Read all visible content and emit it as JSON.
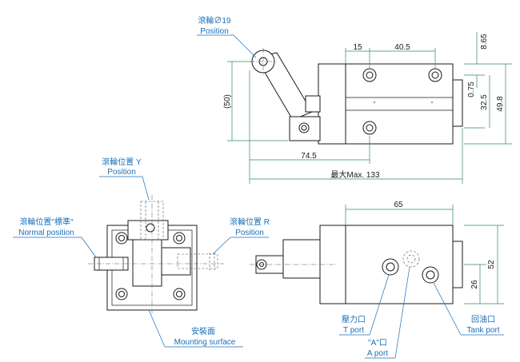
{
  "top_view": {
    "dims": {
      "d15": "15",
      "d40_5": "40.5",
      "d8_65": "8.65",
      "d0_75": "0.75",
      "d32_5": "32.5",
      "d49_8": "49.8",
      "d50": "(50)",
      "d74_5": "74.5",
      "d133": "最大Max. 133"
    },
    "roller_label": {
      "zh": "滾輪∅19",
      "en": "Position"
    }
  },
  "front_view": {
    "roller_y": {
      "zh": "滾輪位置 Y",
      "en": "Position"
    },
    "roller_std": {
      "zh": "滾輪位置\"標準\"",
      "en": "Normal position"
    },
    "roller_r": {
      "zh": "滾輪位置 R",
      "en": "Position"
    },
    "mounting": {
      "zh": "安裝面",
      "en": "Mounting surface"
    }
  },
  "side_view": {
    "dims": {
      "d65": "65",
      "d52": "52",
      "d26": "26"
    },
    "t_port": {
      "zh": "壓力口",
      "en": "T port"
    },
    "a_port": {
      "zh": "\"A\"口",
      "en": "A port"
    },
    "tank_port": {
      "zh": "回油口",
      "en": "Tank port"
    }
  },
  "colors": {
    "dimension": "#2e8b57",
    "label": "#1a6fb8",
    "outline": "#1a1a1a"
  }
}
